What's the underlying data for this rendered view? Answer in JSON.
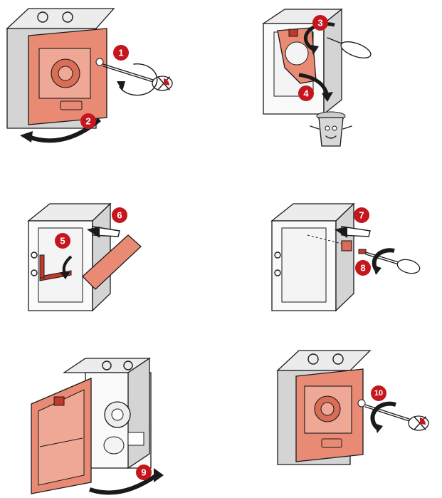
{
  "steps": [
    {
      "number": "1"
    },
    {
      "number": "2"
    },
    {
      "number": "3"
    },
    {
      "number": "4"
    },
    {
      "number": "5"
    },
    {
      "number": "6"
    },
    {
      "number": "7"
    },
    {
      "number": "8"
    },
    {
      "number": "9"
    },
    {
      "number": "10"
    }
  ],
  "colors": {
    "badge": "#c4161c",
    "cover": "#e98b74",
    "cover_dark": "#d96d55",
    "housing": "#fafafa",
    "outline": "#1a1a1a"
  },
  "icons": [
    "screwdriver-icon",
    "rotate-arrow-icon",
    "trash-can-icon",
    "insert-arrow-icon"
  ]
}
